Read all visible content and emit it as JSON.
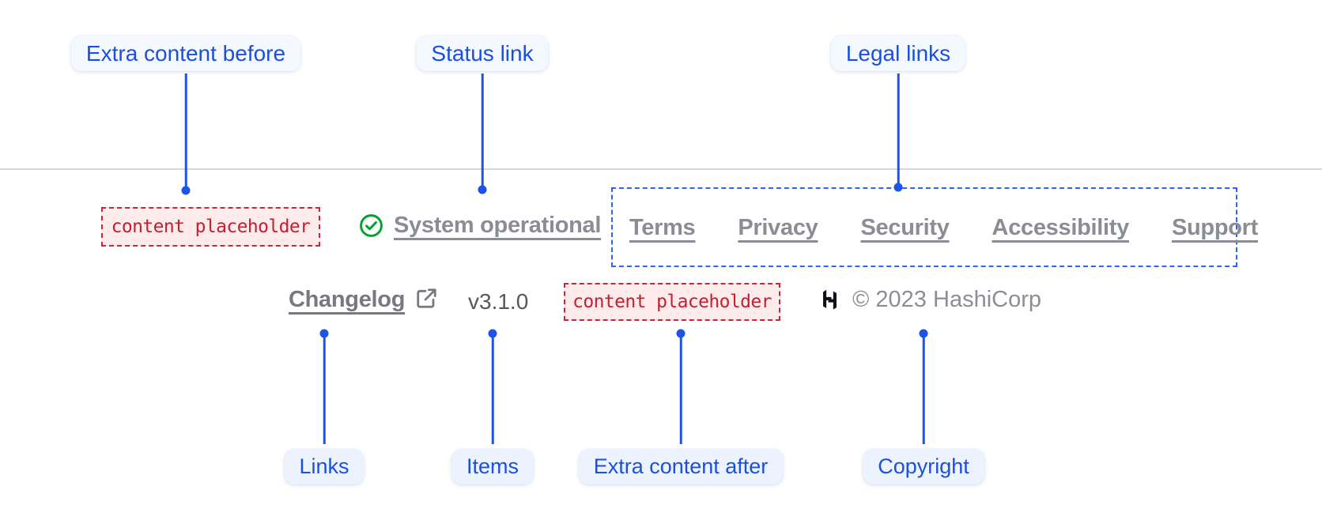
{
  "annotations": {
    "top": [
      {
        "label": "Extra content before"
      },
      {
        "label": "Status link"
      },
      {
        "label": "Legal links"
      }
    ],
    "bottom": [
      {
        "label": "Links"
      },
      {
        "label": "Items"
      },
      {
        "label": "Extra content after"
      },
      {
        "label": "Copyright"
      }
    ]
  },
  "footer": {
    "extra_content_before": "content placeholder",
    "status_link": {
      "icon": "check-circle-icon",
      "label": "System operational"
    },
    "legal_links": [
      "Terms",
      "Privacy",
      "Security",
      "Accessibility",
      "Support"
    ],
    "links": [
      {
        "label": "Changelog",
        "icon": "external-link-icon"
      }
    ],
    "items": {
      "version": "v3.1.0"
    },
    "extra_content_after": "content placeholder",
    "copyright": {
      "logo": "hashicorp-logo",
      "text": "© 2023 HashiCorp"
    }
  },
  "colors": {
    "annotation_blue": "#1d53e9",
    "dashed_outline_blue": "#2e64f2",
    "placeholder_red": "#cf2433",
    "placeholder_bg": "#fdeaea",
    "status_green": "#00a12e",
    "link_gray": "#8a8d94",
    "divider_gray": "#d6d7da"
  }
}
